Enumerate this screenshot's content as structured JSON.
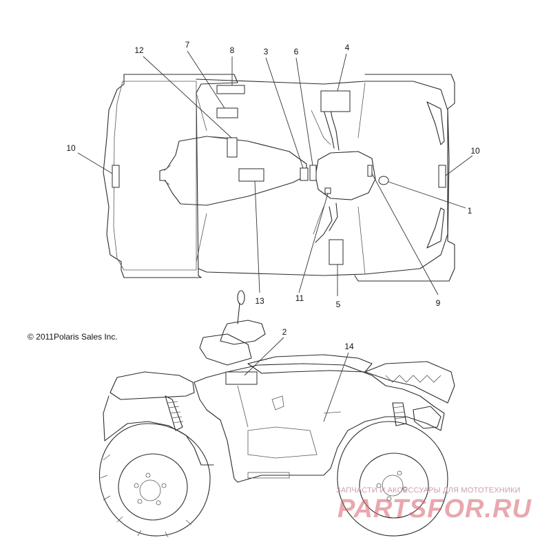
{
  "copyright": "© 2011Polaris Sales Inc.",
  "watermark": {
    "tagline": "ЗАПЧАСТИ И АКСЕССУАРЫ ДЛЯ МОТОТЕХНИКИ",
    "logo": "PARTSFOR.RU"
  },
  "callouts": {
    "c1": "1",
    "c2": "2",
    "c3": "3",
    "c4": "4",
    "c5": "5",
    "c6": "6",
    "c7": "7",
    "c8": "8",
    "c9": "9",
    "c10_left": "10",
    "c10_right": "10",
    "c11": "11",
    "c12": "12",
    "c13": "13",
    "c14": "14"
  },
  "colors": {
    "line": "#2a2a2a",
    "watermark": "#d6606c"
  }
}
